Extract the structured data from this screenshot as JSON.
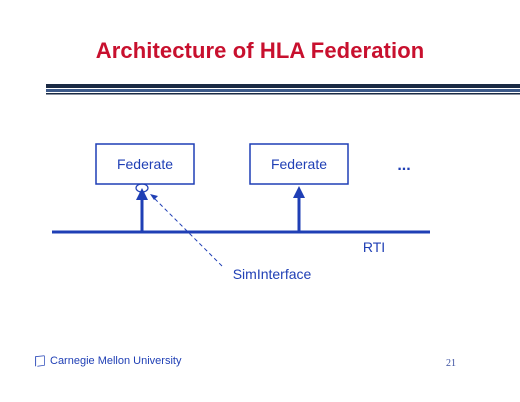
{
  "slide": {
    "title": "Architecture of HLA Federation",
    "page_number": "21"
  },
  "diagram": {
    "federates": [
      {
        "label": "Federate"
      },
      {
        "label": "Federate"
      }
    ],
    "more_indicator": "...",
    "rti_label": "RTI",
    "siminterface_label": "SimInterface"
  },
  "footer": {
    "institution": "Carnegie Mellon University"
  },
  "colors": {
    "title": "#c8102e",
    "diagram": "#1f3fb5",
    "divider_dark": "#1a2a44",
    "divider_mid": "#3d5a8a"
  }
}
